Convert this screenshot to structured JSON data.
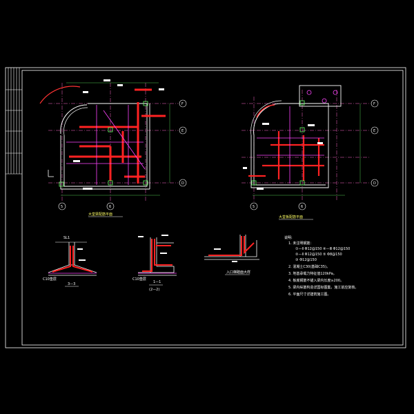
{
  "drawing": {
    "grid_axes_left": {
      "rows": [
        "F",
        "E",
        "D"
      ],
      "cols": [
        "5",
        "6"
      ]
    },
    "grid_axes_right": {
      "rows": [
        "F",
        "E",
        "D"
      ],
      "cols": [
        "5",
        "6"
      ]
    },
    "plan_left_title": "大堂梁配筋平面",
    "plan_right_title": "大堂板配筋平面",
    "section_labels": {
      "s1_top": "SL1",
      "s1_bottom": "3—3",
      "s1_level": "C10垫层",
      "s2_level": "C10垫层",
      "s2_mark": "1—1",
      "s2_mark_alt": "(2—2)",
      "s3_caption": "入口梯踏面大样"
    },
    "notes": {
      "title": "说明:",
      "lines": [
        "1. 未注明钢筋：",
        "①—Ⅱ Φ12@150    ④—Ⅲ Φ12@150",
        "②—Ⅱ Φ12@150    ⑤ Φ8@150",
        "③ Φ12@150",
        "2. 混凝土C30(基础C35)。",
        "3. 地基承载力特征值120kPa。",
        "4. 板底钢筋不锚入梁内长度≥200。",
        "5. 梁内纵筋构造详国标图集，施工前应复核。",
        "6. 平面尺寸详建筑施工图。"
      ]
    }
  }
}
